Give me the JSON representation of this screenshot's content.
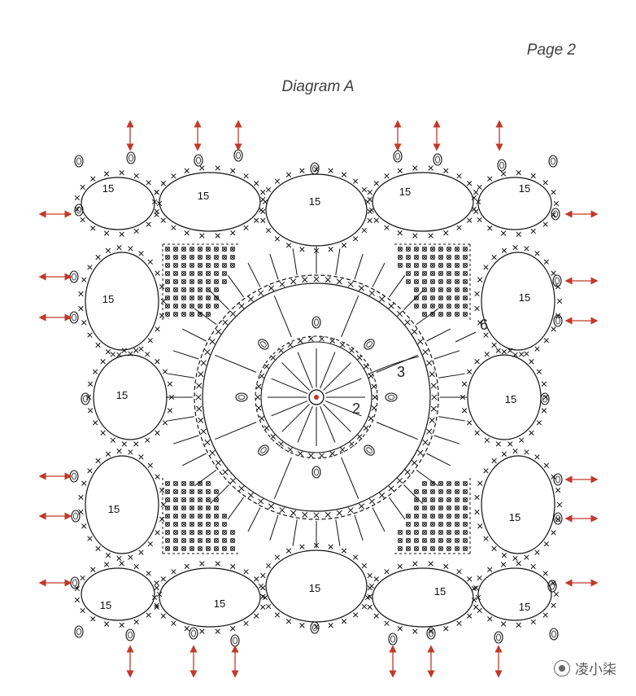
{
  "page_label": "Page 2",
  "title": "Diagram A",
  "petal_label": "15",
  "round_labels": [
    "2",
    "3",
    "6"
  ],
  "watermark": "凌小柒",
  "colors": {
    "line": "#111111",
    "arrow": "#c0392b",
    "text": "#404040"
  },
  "icons": [
    "picot-icon",
    "double-arrow-icon",
    "center-ring-icon",
    "chat-bubble-icon"
  ]
}
